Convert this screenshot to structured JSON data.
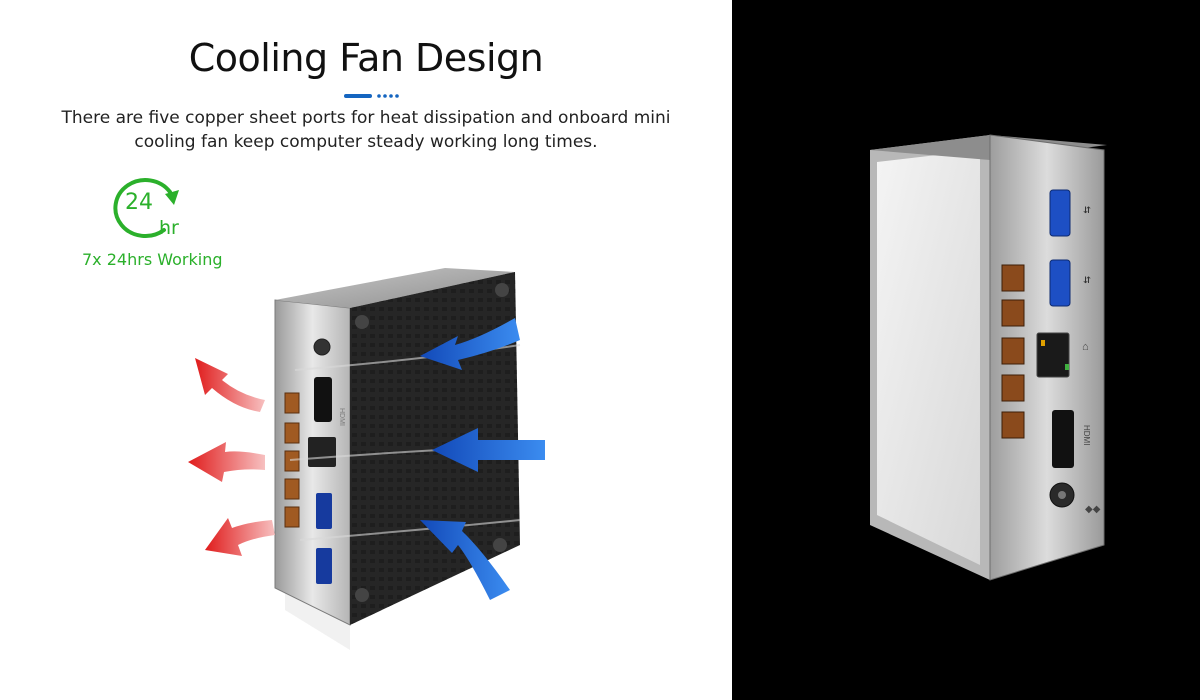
{
  "header": {
    "title": "Cooling Fan Design",
    "description": "There are five copper sheet ports for heat dissipation and onboard mini cooling fan keep computer steady working long times."
  },
  "badge": {
    "number": "24",
    "unit": "hr",
    "caption": "7x 24hrs Working"
  },
  "port_labels": {
    "hdmi": "HDMI",
    "hdmi_rotated": "HDMI"
  },
  "icons": [
    "clock-arrow-icon",
    "usb-icon",
    "ethernet-icon",
    "power-icon"
  ],
  "colors": {
    "accent_blue": "#1565c0",
    "badge_green": "#2bb02b",
    "heat_arrow_red": "#e02020",
    "airflow_arrow_blue": "#1a66d8",
    "right_background": "#000000"
  }
}
